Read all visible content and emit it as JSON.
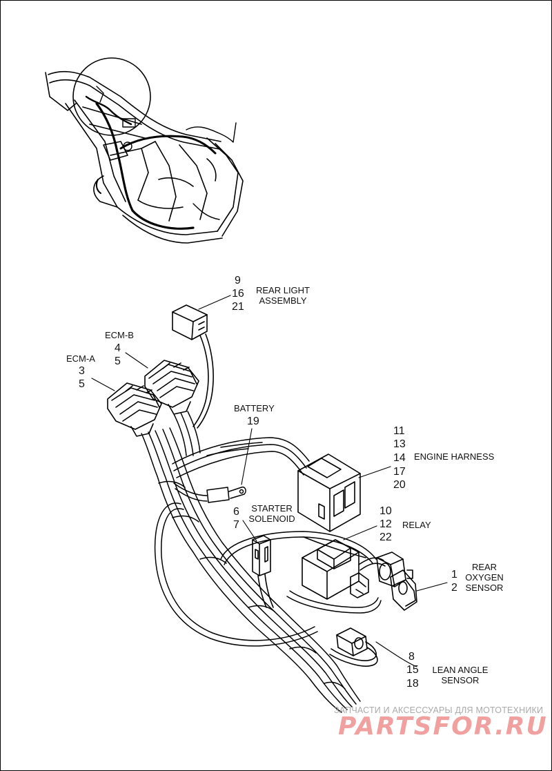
{
  "callouts": {
    "rear_light": {
      "numbers": [
        "9",
        "16",
        "21"
      ],
      "name_line1": "REAR LIGHT",
      "name_line2": "ASSEMBLY"
    },
    "ecm_b": {
      "name": "ECM-B",
      "numbers": [
        "4",
        "5"
      ]
    },
    "ecm_a": {
      "name": "ECM-A",
      "numbers": [
        "3",
        "5"
      ]
    },
    "battery": {
      "name": "BATTERY",
      "numbers": [
        "19"
      ]
    },
    "engine_harness": {
      "numbers": [
        "11",
        "13",
        "14",
        "17",
        "20"
      ],
      "name": "ENGINE HARNESS"
    },
    "starter_solenoid": {
      "numbers": [
        "6",
        "7"
      ],
      "name_line1": "STARTER",
      "name_line2": "SOLENOID"
    },
    "relay": {
      "numbers": [
        "10",
        "12",
        "22"
      ],
      "name": "RELAY"
    },
    "rear_oxygen": {
      "numbers": [
        "1",
        "2"
      ],
      "name_line1": "REAR",
      "name_line2": "OXYGEN",
      "name_line3": "SENSOR"
    },
    "lean_angle": {
      "numbers": [
        "8",
        "15",
        "18"
      ],
      "name_line1": "LEAN ANGLE",
      "name_line2": "SENSOR"
    }
  },
  "watermark": {
    "tagline": "ЗАПЧАСТИ И АКСЕССУАРЫ ДЛЯ МОТОТЕХНИКИ",
    "logo": "PARTSFOR.RU"
  },
  "colors": {
    "line": "#000000",
    "background": "#ffffff",
    "watermark_logo": "#f1a0a0",
    "watermark_text": "#a9a9a9"
  }
}
